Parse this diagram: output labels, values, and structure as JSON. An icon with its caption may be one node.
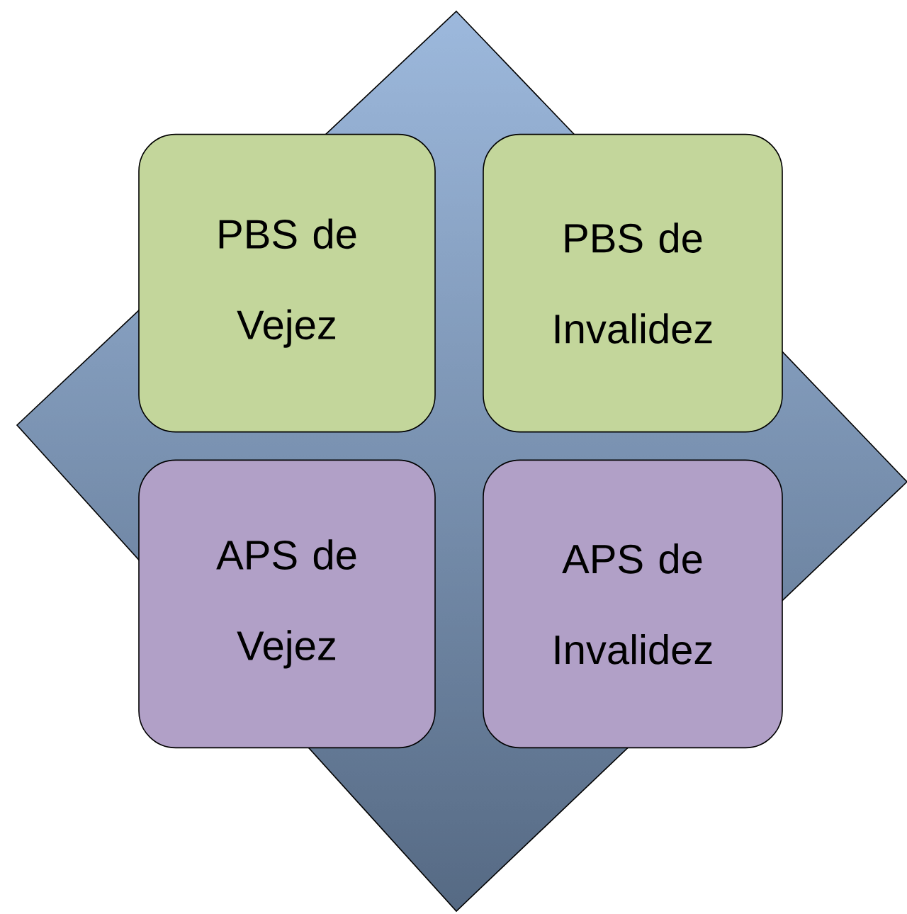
{
  "diagram": {
    "nodes": [
      {
        "text": [],
        "shape": "diamond"
      },
      {
        "text": [
          "PBS de Vejez"
        ],
        "in": 0
      },
      {
        "text": [
          "PBS de Invalidez"
        ],
        "in": 0
      },
      {
        "text": [
          "APS de Vejez"
        ],
        "in": 0
      },
      {
        "text": [
          "APS de Invalidez"
        ],
        "in": 0
      }
    ]
  }
}
